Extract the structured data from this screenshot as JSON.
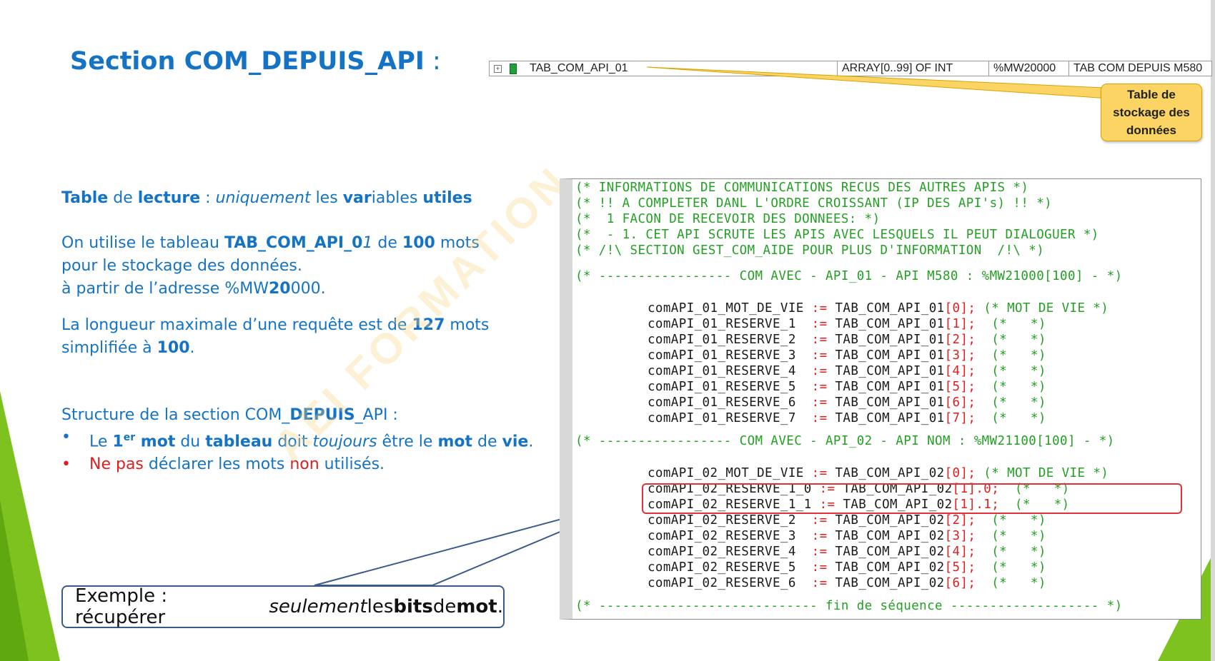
{
  "title": {
    "main": "Section  COM_DEPUIS_API",
    "colon": " :"
  },
  "variable_row": {
    "expand": "+",
    "name": "TAB_COM_API_01",
    "type": "ARRAY[0..99] OF INT",
    "address": "%MW20000",
    "comment": "TAB COM DEPUIS M580"
  },
  "callout": {
    "l1": "Table de",
    "l2": "stockage des",
    "l3": "données"
  },
  "text": {
    "l1_a": "Table",
    "l1_b": " de ",
    "l1_c": "lecture",
    "l1_d": " : ",
    "l1_e": "uniquement",
    "l1_f": " les ",
    "l1_g": "var",
    "l1_h": "iables ",
    "l1_i": "utiles",
    "l2_a": "On utilise le tableau ",
    "l2_b": "TAB_COM_API_0",
    "l2_c": "1",
    "l2_d": " de ",
    "l2_e": "100",
    "l2_f": " mots",
    "l3": "pour le stockage des données.",
    "l4_a": "à partir de l’adresse %MW",
    "l4_b": "20",
    "l4_c": "000.",
    "l5_a": "La longueur maximale d’une requête est de ",
    "l5_b": "127",
    "l5_c": " mots",
    "l6_a": "simplifiée à ",
    "l6_b": "100",
    "l6_c": ".",
    "l7_a": "Structure de la section  COM_",
    "l7_b": "DEPUIS",
    "l7_c": "_API :"
  },
  "bullets": {
    "b1_dot": "•",
    "b1_a": "Le ",
    "b1_b": "1",
    "b1_sup": "er",
    "b1_c": " mot",
    "b1_d": " du ",
    "b1_e": "tableau",
    "b1_f": " doit ",
    "b1_g": "toujours",
    "b1_h": " être le ",
    "b1_i": "mot",
    "b1_j": " de ",
    "b1_k": "vie",
    "b1_l": ".",
    "b2_dot": "•",
    "b2_a": "Ne pas",
    "b2_b": " déclarer les mots ",
    "b2_c": "non",
    "b2_d": " utilisés."
  },
  "watermark": "AEI    FORMATION",
  "code": {
    "c1": "(* INFORMATIONS DE COMMUNICATIONS RECUS DES AUTRES APIS *)",
    "c2": "(* !! A COMPLETER DANL L'ORDRE CROISSANT (IP DES API's) !! *)",
    "c3": "(*  1 FACON DE RECEVOIR DES DONNEES: *)",
    "c4": "(*  - 1. CET API SCRUTE LES APIS AVEC LESQUELS IL PEUT DIALOGUER *)",
    "c5": "(* /!\\ SECTION GEST_COM_AIDE POUR PLUS D'INFORMATION  /!\\ *)",
    "c6": "(* ----------------- COM AVEC - API_01 - API M580 : %MW21000[100] - *)",
    "a0_l": "comAPI_01_MOT_DE_VIE",
    "a0_op": " := ",
    "a0_r": "TAB_COM_API_01",
    "a0_i": "[0];",
    "a0_c": " (* MOT DE VIE *)",
    "a1_l": "comAPI_01_RESERVE_1 ",
    "a1_op": " := ",
    "a1_r": "TAB_COM_API_01",
    "a1_i": "[1];",
    "a1_c": "  (*   *)",
    "a2_l": "comAPI_01_RESERVE_2 ",
    "a2_op": " := ",
    "a2_r": "TAB_COM_API_01",
    "a2_i": "[2];",
    "a2_c": "  (*   *)",
    "a3_l": "comAPI_01_RESERVE_3 ",
    "a3_op": " := ",
    "a3_r": "TAB_COM_API_01",
    "a3_i": "[3];",
    "a3_c": "  (*   *)",
    "a4_l": "comAPI_01_RESERVE_4 ",
    "a4_op": " := ",
    "a4_r": "TAB_COM_API_01",
    "a4_i": "[4];",
    "a4_c": "  (*   *)",
    "a5_l": "comAPI_01_RESERVE_5 ",
    "a5_op": " := ",
    "a5_r": "TAB_COM_API_01",
    "a5_i": "[5];",
    "a5_c": "  (*   *)",
    "a6_l": "comAPI_01_RESERVE_6 ",
    "a6_op": " := ",
    "a6_r": "TAB_COM_API_01",
    "a6_i": "[6];",
    "a6_c": "  (*   *)",
    "a7_l": "comAPI_01_RESERVE_7 ",
    "a7_op": " := ",
    "a7_r": "TAB_COM_API_01",
    "a7_i": "[7];",
    "a7_c": "  (*   *)",
    "c7": "(* ----------------- COM AVEC - API_02 - API NOM : %MW21100[100] - *)",
    "b0_l": "comAPI_02_MOT_DE_VIE",
    "b0_op": " := ",
    "b0_r": "TAB_COM_API_02",
    "b0_i": "[0];",
    "b0_c": " (* MOT DE VIE *)",
    "b1_l": "comAPI_02_RESERVE_1_0",
    "b1_op": " := ",
    "b1_r": "TAB_COM_API_02",
    "b1_i": "[1].0;",
    "b1_c": "  (*   *)",
    "b2_l": "comAPI_02_RESERVE_1_1",
    "b2_op": " := ",
    "b2_r": "TAB_COM_API_02",
    "b2_i": "[1].1;",
    "b2_c": "  (*   *)",
    "b3_l": "comAPI_02_RESERVE_2 ",
    "b3_op": " := ",
    "b3_r": "TAB_COM_API_02",
    "b3_i": "[2];",
    "b3_c": "  (*   *)",
    "b4_l": "comAPI_02_RESERVE_3 ",
    "b4_op": " := ",
    "b4_r": "TAB_COM_API_02",
    "b4_i": "[3];",
    "b4_c": "  (*   *)",
    "b5_l": "comAPI_02_RESERVE_4 ",
    "b5_op": " := ",
    "b5_r": "TAB_COM_API_02",
    "b5_i": "[4];",
    "b5_c": "  (*   *)",
    "b6_l": "comAPI_02_RESERVE_5 ",
    "b6_op": " := ",
    "b6_r": "TAB_COM_API_02",
    "b6_i": "[5];",
    "b6_c": "  (*   *)",
    "b7_l": "comAPI_02_RESERVE_6 ",
    "b7_op": " := ",
    "b7_r": "TAB_COM_API_02",
    "b7_i": "[6];",
    "b7_c": "  (*   *)",
    "c8": "(* ---------------------------- fin de séquence ------------------- *)"
  },
  "example": {
    "a": "Exemple : récupérer ",
    "b": "seulement",
    "c": " les ",
    "d": "bits",
    "e": " de ",
    "f": "mot",
    "g": "."
  },
  "colors": {
    "title_blue": "#1473c5",
    "red": "#e01e1e",
    "green_accent": "#7dc21e",
    "callout_yellow": "#fbd464",
    "code_green": "#24a024"
  }
}
